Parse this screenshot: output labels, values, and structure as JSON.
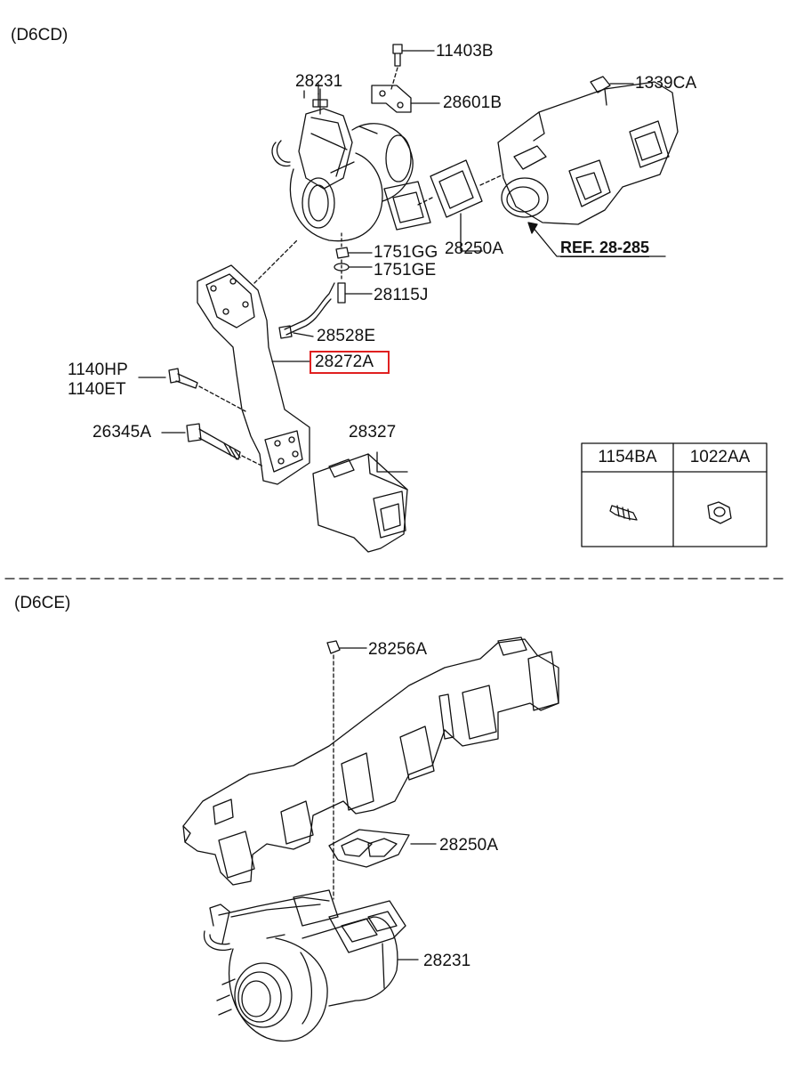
{
  "sections": [
    {
      "id": "top",
      "title": "(D6CD)"
    },
    {
      "id": "bottom",
      "title": "(D6CE)"
    }
  ],
  "top": {
    "labels": {
      "p11403B": "11403B",
      "p28231": "28231",
      "p28601B": "28601B",
      "p1339CA": "1339CA",
      "p1751GG": "1751GG",
      "p1751GE": "1751GE",
      "p28250A": "28250A",
      "p28115J": "28115J",
      "p28528E": "28528E",
      "p28272A": "28272A",
      "p1140HP": "1140HP",
      "p1140ET": "1140ET",
      "p26345A": "26345A",
      "p28327": "28327"
    },
    "reference": "REF. 28-285",
    "highlighted_part": "28272A",
    "highlight_color": "#e02020",
    "parts_table": {
      "columns": [
        "1154BA",
        "1022AA"
      ],
      "icons": [
        "stud-bolt-icon",
        "nut-icon"
      ]
    }
  },
  "bottom": {
    "labels": {
      "p28256A": "28256A",
      "p28250A": "28250A",
      "p28231": "28231"
    }
  }
}
